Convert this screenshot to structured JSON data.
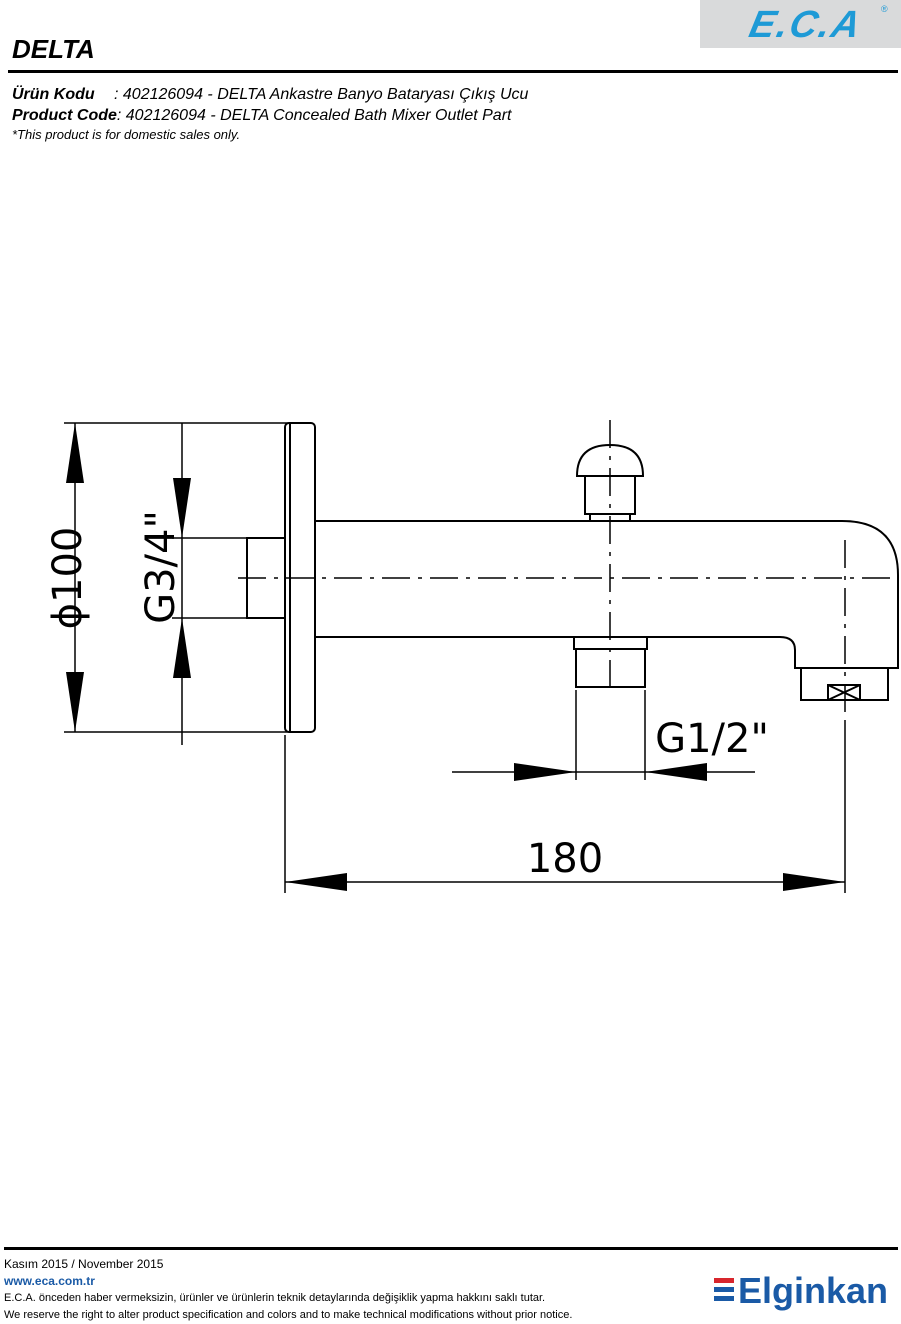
{
  "header": {
    "title": "DELTA",
    "logo_text": "E.C.A",
    "logo_mark": "®"
  },
  "product": {
    "tr_label": "Ürün Kodu",
    "tr_value": ": 402126094 - DELTA Ankastre Banyo Bataryası Çıkış Ucu",
    "en_label": "Product Code",
    "en_value": ": 402126094 - DELTA Concealed Bath Mixer Outlet Part",
    "note": "*This product is for domestic sales only."
  },
  "drawing": {
    "dim_diameter": "ϕ100",
    "dim_thread_inlet": "G3/4\"",
    "dim_thread_outlet": "G1/2\"",
    "dim_length": "180"
  },
  "footer": {
    "date": "Kasım 2015 / November 2015",
    "website": "www.eca.com.tr",
    "disclaimer_tr": "E.C.A. önceden haber vermeksizin, ürünler ve ürünlerin teknik detaylarında değişiklik yapma hakkını saklı tutar.",
    "disclaimer_en": "We reserve the right to alter product specification and colors and to make technical modifications without prior notice.",
    "brand": "Elginkan"
  },
  "colors": {
    "eca_blue": "#1e9ad6",
    "elginkan_blue": "#1a5aa6",
    "elginkan_red": "#d8262d"
  }
}
